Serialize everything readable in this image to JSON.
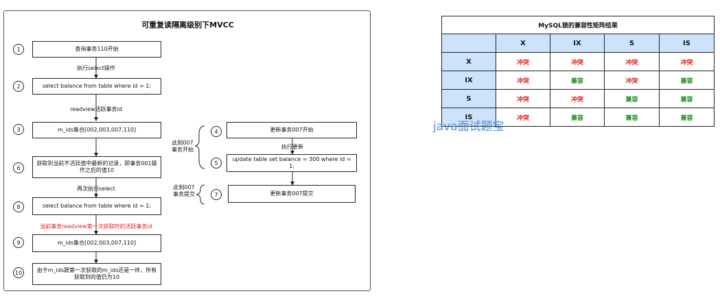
{
  "diagram": {
    "title": "可重复读隔离级别下MVCC",
    "steps": [
      {
        "num": "1",
        "text": "查询事务110开始"
      },
      {
        "num": "2",
        "text": "select balance from table where id = 1;"
      },
      {
        "num": "3",
        "text": "m_ids集合[002,003,007,110]"
      },
      {
        "num": "6",
        "text": "获取到当前不活跃值中最新的记录，即事务001操作之后的值10"
      },
      {
        "num": "8",
        "text": "select balance from table where id = 1;"
      },
      {
        "num": "9",
        "text": "m_ids集合[002,003,007,110]"
      },
      {
        "num": "10",
        "text": "由于m_ids跟第一次获取的m_ids还是一样，所有获取到的值仍为10"
      },
      {
        "num": "4",
        "text": "更新事务007开始"
      },
      {
        "num": "5",
        "text": "update table set balance = 300 where id = 1;"
      },
      {
        "num": "7",
        "text": "更新事务007提交"
      }
    ],
    "edge_labels": {
      "e1": "执行select操作",
      "e2": "readview活跃事务id",
      "e3": "再次执行select",
      "e4": "当前事务readview第一次获取时的活跃事务id",
      "e5": "执行更新"
    },
    "side_notes": {
      "start": "此刻007\n事务开始",
      "commit": "此刻007\n事务提交"
    }
  },
  "matrix": {
    "title": "MySQL锁的兼容性矩阵结果",
    "columns": [
      "X",
      "IX",
      "S",
      "IS"
    ],
    "rows": [
      {
        "label": "X",
        "cells": [
          "冲突",
          "冲突",
          "冲突",
          "冲突"
        ]
      },
      {
        "label": "IX",
        "cells": [
          "冲突",
          "兼容",
          "冲突",
          "兼容"
        ]
      },
      {
        "label": "S",
        "cells": [
          "冲突",
          "冲突",
          "兼容",
          "兼容"
        ]
      },
      {
        "label": "IS",
        "cells": [
          "冲突",
          "兼容",
          "兼容",
          "兼容"
        ]
      }
    ],
    "colors": {
      "conflict": "#e0201b",
      "compatible": "#1a8c1a",
      "header_bg": "#cde3fb"
    }
  },
  "watermark": "java面试题宝"
}
